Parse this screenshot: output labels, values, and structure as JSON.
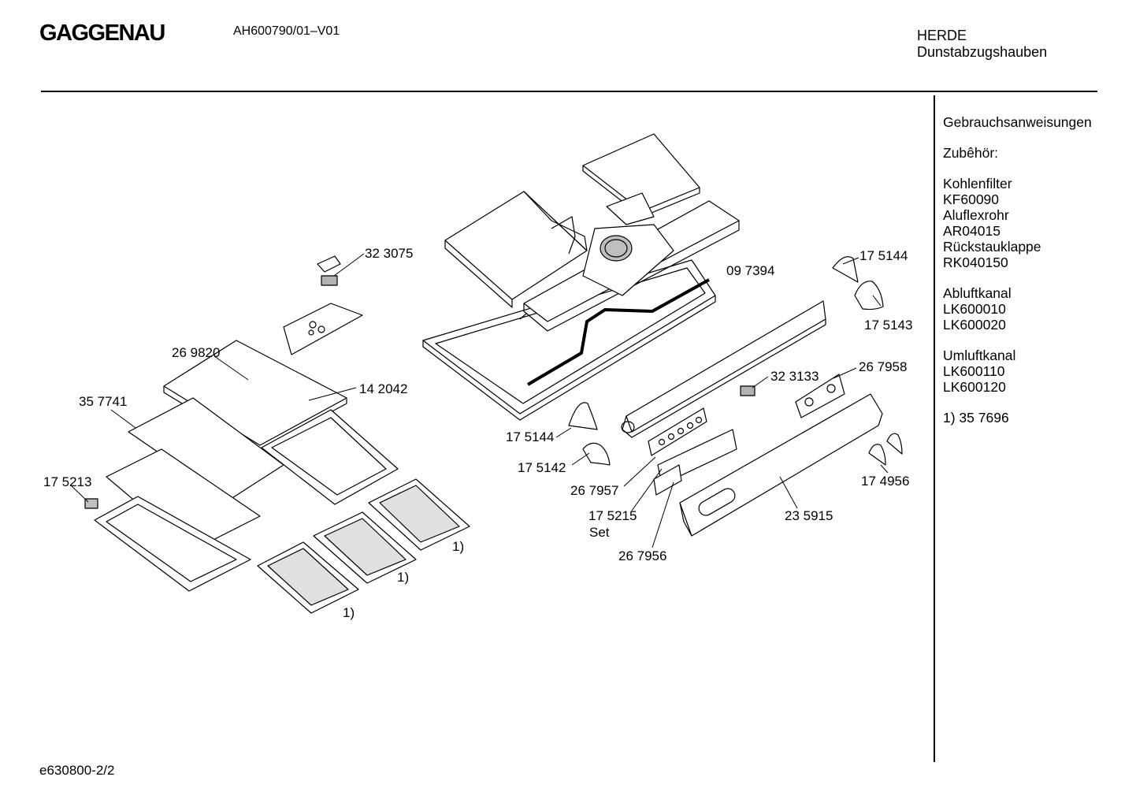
{
  "header": {
    "brand": "GAGGENAU",
    "model": "AH600790/01–V01",
    "category_line1": "HERDE",
    "category_line2": "Dunstabzugshauben"
  },
  "sidebar": {
    "manual": "Gebrauchsanweisungen",
    "accessories_title": "Zubêhör:",
    "groups": [
      [
        "Kohlenfilter",
        "KF60090",
        "Aluflexrohr",
        "AR04015",
        "Rückstauklappe",
        "RK040150"
      ],
      [
        "Abluftkanal",
        "LK600010",
        "LK600020"
      ],
      [
        "Umluftkanal",
        "LK600110",
        "LK600120"
      ],
      [
        "1)  35 7696"
      ]
    ]
  },
  "callouts": [
    {
      "id": "c323075",
      "text": "32 3075"
    },
    {
      "id": "c269820",
      "text": "26 9820"
    },
    {
      "id": "c142042",
      "text": "14 2042"
    },
    {
      "id": "c357741",
      "text": "35 7741"
    },
    {
      "id": "c175213",
      "text": "17 5213"
    },
    {
      "id": "c097394",
      "text": "09 7394"
    },
    {
      "id": "c175144a",
      "text": "17 5144"
    },
    {
      "id": "c175143",
      "text": "17 5143"
    },
    {
      "id": "c323133",
      "text": "32 3133"
    },
    {
      "id": "c267958",
      "text": "26 7958"
    },
    {
      "id": "c175144b",
      "text": "17 5144"
    },
    {
      "id": "c175142",
      "text": "17 5142"
    },
    {
      "id": "c267957",
      "text": "26 7957"
    },
    {
      "id": "c175215",
      "text": "17 5215"
    },
    {
      "id": "cset",
      "text": "Set"
    },
    {
      "id": "c267956",
      "text": "26 7956"
    },
    {
      "id": "c235915",
      "text": "23 5915"
    },
    {
      "id": "c174956",
      "text": "17 4956"
    },
    {
      "id": "cfn1",
      "text": "1)"
    },
    {
      "id": "cfn2",
      "text": "1)"
    },
    {
      "id": "cfn3",
      "text": "1)"
    }
  ],
  "footer": {
    "code": "e630800-2/2"
  }
}
